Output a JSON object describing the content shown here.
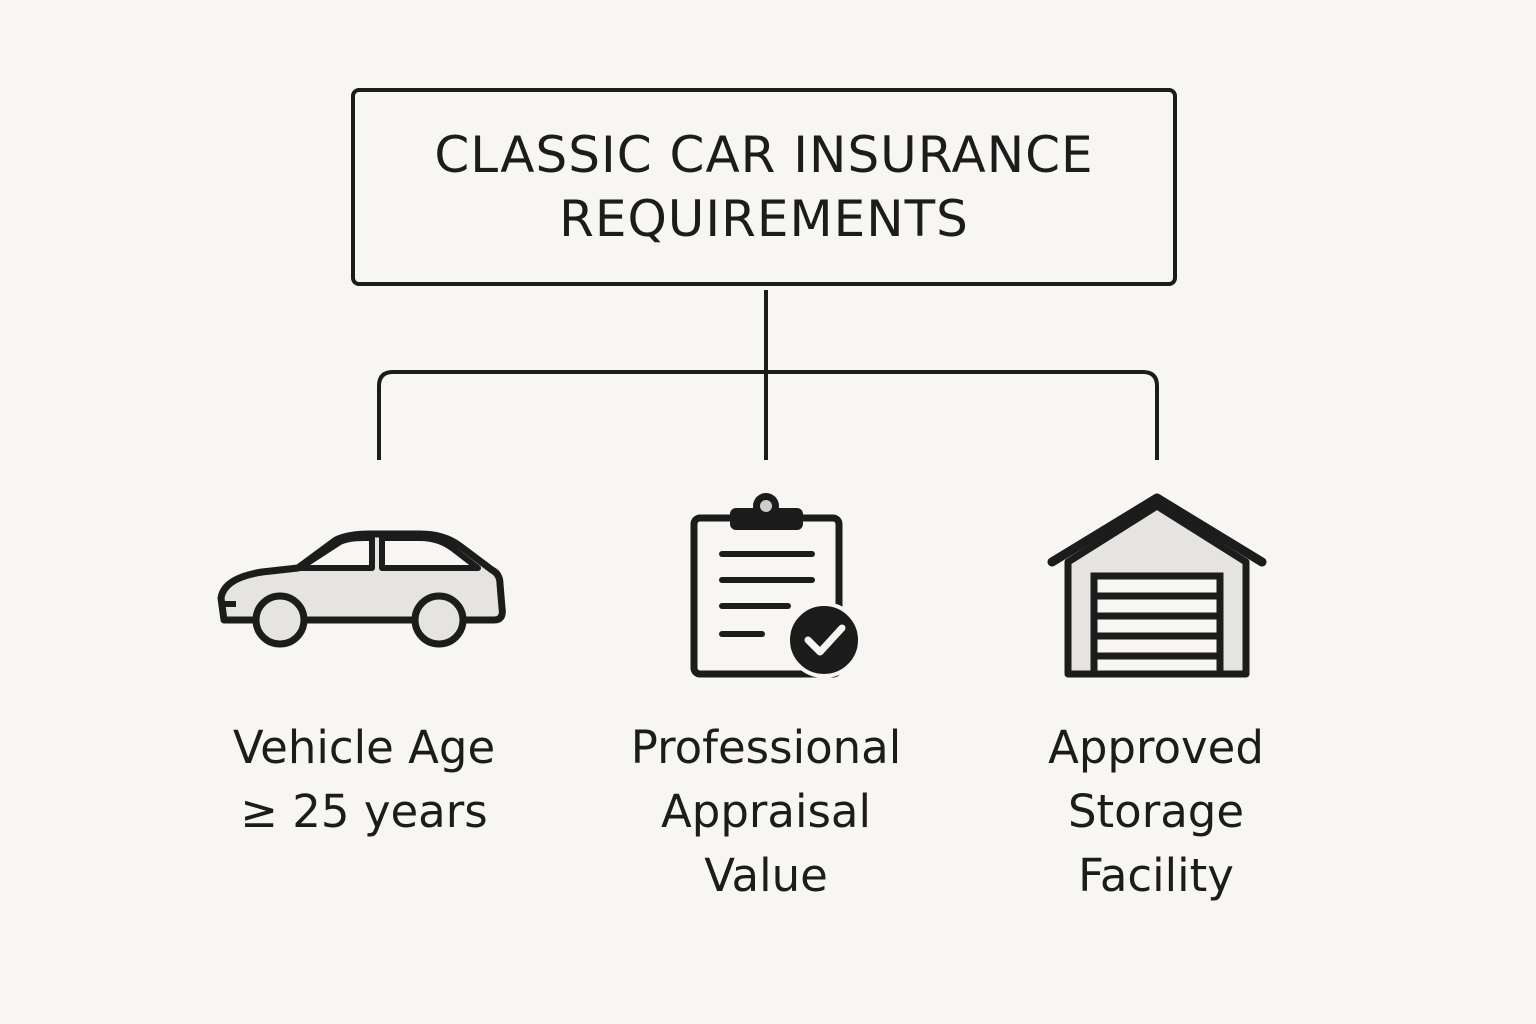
{
  "colors": {
    "background": "#f8f6f2",
    "stroke": "#1c1c1c",
    "icon_fill": "#e6e4e1",
    "dark_fill": "#1c1c1c"
  },
  "title": {
    "line1": "CLASSIC CAR INSURANCE",
    "line2": "REQUIREMENTS"
  },
  "items": [
    {
      "icon": "car-icon",
      "label_lines": [
        "Vehicle Age",
        "≥ 25 years"
      ]
    },
    {
      "icon": "clipboard-check-icon",
      "label_lines": [
        "Professional",
        "Appraisal",
        "Value"
      ]
    },
    {
      "icon": "garage-icon",
      "label_lines": [
        "Approved",
        "Storage",
        "Facility"
      ]
    }
  ]
}
